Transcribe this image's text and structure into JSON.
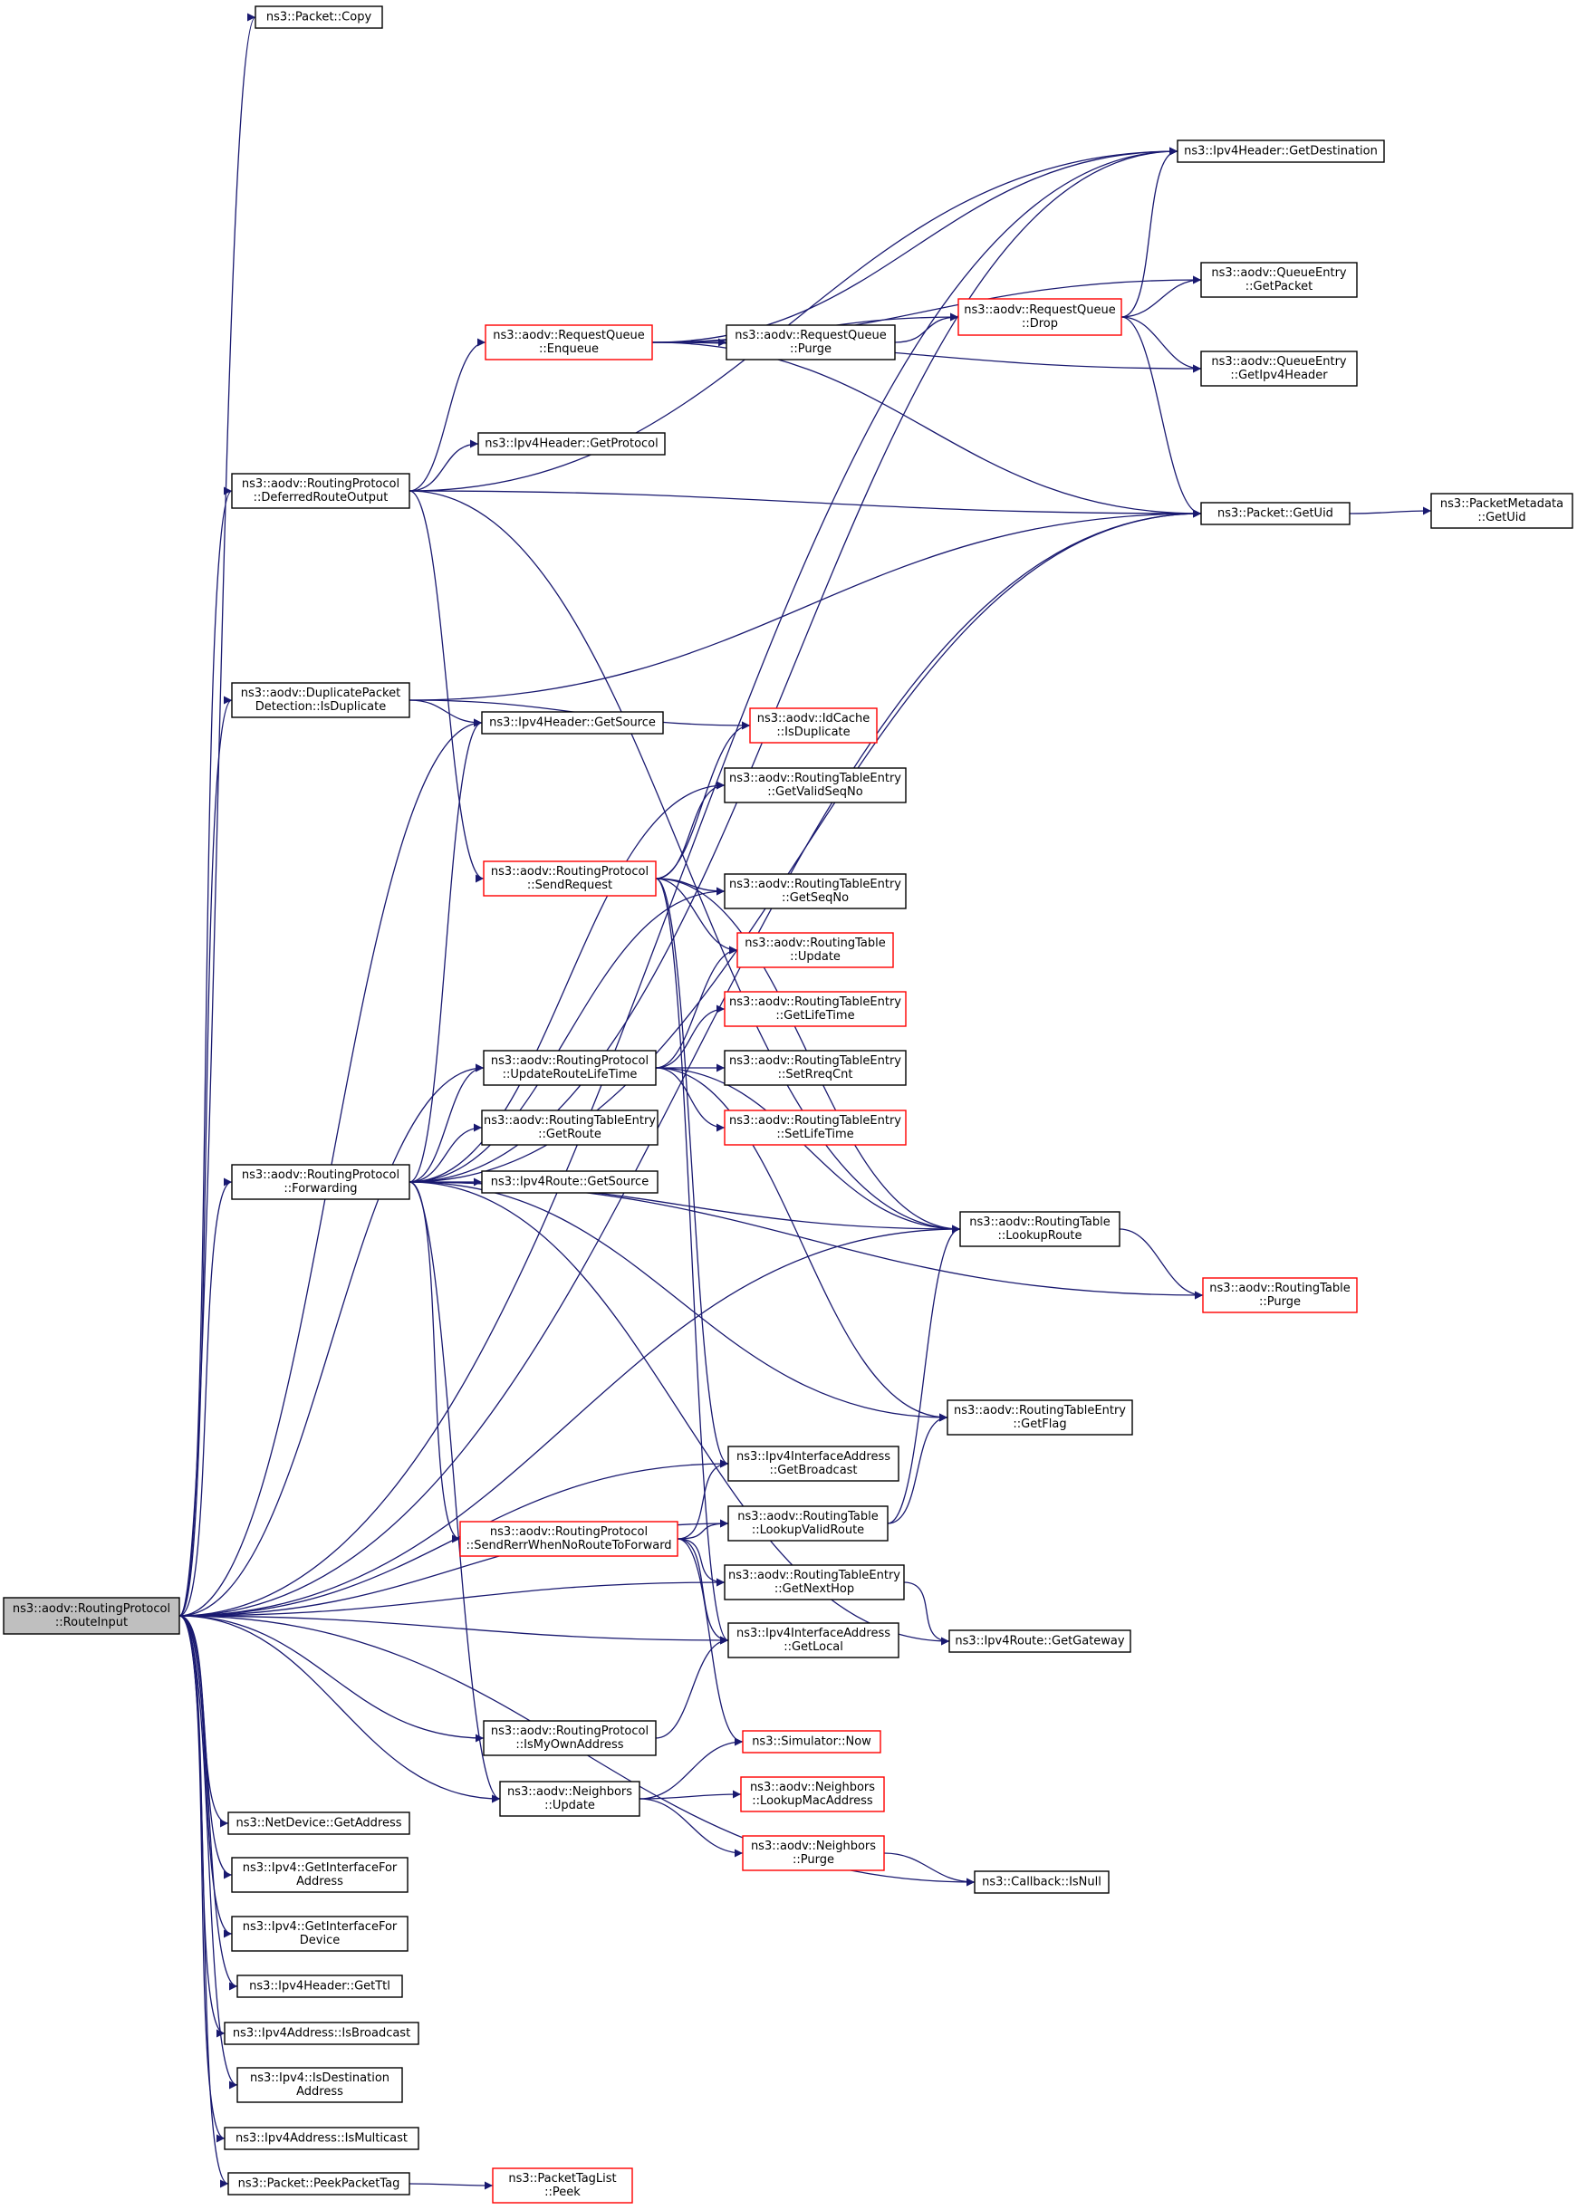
{
  "diagram": {
    "type": "call-graph",
    "colors": {
      "edge": "#191970",
      "node_border": "#000000",
      "node_border_truncated": "#ff0000",
      "node_fill": "#ffffff",
      "root_fill": "#bfbfbf",
      "text": "#000000"
    },
    "nodes": [
      {
        "id": "routeinput",
        "lines": [
          "ns3::aodv::RoutingProtocol",
          "::RouteInput"
        ],
        "root": true
      },
      {
        "id": "copy",
        "lines": [
          "ns3::Packet::Copy"
        ]
      },
      {
        "id": "getdest",
        "lines": [
          "ns3::Ipv4Header::GetDestination"
        ]
      },
      {
        "id": "qe_getpacket",
        "lines": [
          "ns3::aodv::QueueEntry",
          "::GetPacket"
        ]
      },
      {
        "id": "rq_drop",
        "lines": [
          "ns3::aodv::RequestQueue",
          "::Drop"
        ],
        "truncated": true
      },
      {
        "id": "rq_enqueue",
        "lines": [
          "ns3::aodv::RequestQueue",
          "::Enqueue"
        ],
        "truncated": true
      },
      {
        "id": "rq_purge",
        "lines": [
          "ns3::aodv::RequestQueue",
          "::Purge"
        ]
      },
      {
        "id": "qe_getipv4header",
        "lines": [
          "ns3::aodv::QueueEntry",
          "::GetIpv4Header"
        ]
      },
      {
        "id": "getprotocol",
        "lines": [
          "ns3::Ipv4Header::GetProtocol"
        ]
      },
      {
        "id": "deferred",
        "lines": [
          "ns3::aodv::RoutingProtocol",
          "::DeferredRouteOutput"
        ]
      },
      {
        "id": "getuid",
        "lines": [
          "ns3::Packet::GetUid"
        ]
      },
      {
        "id": "pm_getuid",
        "lines": [
          "ns3::PacketMetadata",
          "::GetUid"
        ]
      },
      {
        "id": "dpd_isdup",
        "lines": [
          "ns3::aodv::DuplicatePacket",
          "Detection::IsDuplicate"
        ]
      },
      {
        "id": "getsource",
        "lines": [
          "ns3::Ipv4Header::GetSource"
        ]
      },
      {
        "id": "idcache_isdup",
        "lines": [
          "ns3::aodv::IdCache",
          "::IsDuplicate"
        ],
        "truncated": true
      },
      {
        "id": "rte_getvalidseqno",
        "lines": [
          "ns3::aodv::RoutingTableEntry",
          "::GetValidSeqNo"
        ]
      },
      {
        "id": "sendrequest",
        "lines": [
          "ns3::aodv::RoutingProtocol",
          "::SendRequest"
        ],
        "truncated": true
      },
      {
        "id": "rte_getseqno",
        "lines": [
          "ns3::aodv::RoutingTableEntry",
          "::GetSeqNo"
        ]
      },
      {
        "id": "rt_update",
        "lines": [
          "ns3::aodv::RoutingTable",
          "::Update"
        ],
        "truncated": true
      },
      {
        "id": "rte_getlifetime",
        "lines": [
          "ns3::aodv::RoutingTableEntry",
          "::GetLifeTime"
        ],
        "truncated": true
      },
      {
        "id": "updateroutelifetime",
        "lines": [
          "ns3::aodv::RoutingProtocol",
          "::UpdateRouteLifeTime"
        ]
      },
      {
        "id": "rte_setrreqcnt",
        "lines": [
          "ns3::aodv::RoutingTableEntry",
          "::SetRreqCnt"
        ]
      },
      {
        "id": "rte_setlifetime",
        "lines": [
          "ns3::aodv::RoutingTableEntry",
          "::SetLifeTime"
        ],
        "truncated": true
      },
      {
        "id": "rte_getroute",
        "lines": [
          "ns3::aodv::RoutingTableEntry",
          "::GetRoute"
        ]
      },
      {
        "id": "forwarding",
        "lines": [
          "ns3::aodv::RoutingProtocol",
          "::Forwarding"
        ]
      },
      {
        "id": "ipv4route_getsource",
        "lines": [
          "ns3::Ipv4Route::GetSource"
        ]
      },
      {
        "id": "rt_lookuproute",
        "lines": [
          "ns3::aodv::RoutingTable",
          "::LookupRoute"
        ]
      },
      {
        "id": "rt_purge",
        "lines": [
          "ns3::aodv::RoutingTable",
          "::Purge"
        ],
        "truncated": true
      },
      {
        "id": "rte_getflag",
        "lines": [
          "ns3::aodv::RoutingTableEntry",
          "::GetFlag"
        ]
      },
      {
        "id": "iia_getbroadcast",
        "lines": [
          "ns3::Ipv4InterfaceAddress",
          "::GetBroadcast"
        ]
      },
      {
        "id": "senderr",
        "lines": [
          "ns3::aodv::RoutingProtocol",
          "::SendRerrWhenNoRouteToForward"
        ],
        "truncated": true
      },
      {
        "id": "rt_lookupvalidroute",
        "lines": [
          "ns3::aodv::RoutingTable",
          "::LookupValidRoute"
        ]
      },
      {
        "id": "rte_getnexthop",
        "lines": [
          "ns3::aodv::RoutingTableEntry",
          "::GetNextHop"
        ]
      },
      {
        "id": "iia_getlocal",
        "lines": [
          "ns3::Ipv4InterfaceAddress",
          "::GetLocal"
        ]
      },
      {
        "id": "ipv4route_getgateway",
        "lines": [
          "ns3::Ipv4Route::GetGateway"
        ]
      },
      {
        "id": "simulator_now",
        "lines": [
          "ns3::Simulator::Now"
        ],
        "truncated": true
      },
      {
        "id": "ismyownaddress",
        "lines": [
          "ns3::aodv::RoutingProtocol",
          "::IsMyOwnAddress"
        ]
      },
      {
        "id": "nb_lookupmac",
        "lines": [
          "ns3::aodv::Neighbors",
          "::LookupMacAddress"
        ],
        "truncated": true
      },
      {
        "id": "nb_update",
        "lines": [
          "ns3::aodv::Neighbors",
          "::Update"
        ]
      },
      {
        "id": "nb_purge",
        "lines": [
          "ns3::aodv::Neighbors",
          "::Purge"
        ],
        "truncated": true
      },
      {
        "id": "callback_isnull",
        "lines": [
          "ns3::Callback::IsNull"
        ]
      },
      {
        "id": "netdevice_getaddress",
        "lines": [
          "ns3::NetDevice::GetAddress"
        ]
      },
      {
        "id": "ipv4_getifaddr",
        "lines": [
          "ns3::Ipv4::GetInterfaceFor",
          "Address"
        ]
      },
      {
        "id": "ipv4_getifdev",
        "lines": [
          "ns3::Ipv4::GetInterfaceFor",
          "Device"
        ]
      },
      {
        "id": "getttl",
        "lines": [
          "ns3::Ipv4Header::GetTtl"
        ]
      },
      {
        "id": "isbroadcast",
        "lines": [
          "ns3::Ipv4Address::IsBroadcast"
        ]
      },
      {
        "id": "isdestination",
        "lines": [
          "ns3::Ipv4::IsDestination",
          "Address"
        ]
      },
      {
        "id": "ismulticast",
        "lines": [
          "ns3::Ipv4Address::IsMulticast"
        ]
      },
      {
        "id": "peekpackettag",
        "lines": [
          "ns3::Packet::PeekPacketTag"
        ]
      },
      {
        "id": "ptl_peek",
        "lines": [
          "ns3::PacketTagList",
          "::Peek"
        ],
        "truncated": true
      }
    ],
    "edges": [
      [
        "routeinput",
        "copy"
      ],
      [
        "routeinput",
        "getdest"
      ],
      [
        "routeinput",
        "deferred"
      ],
      [
        "routeinput",
        "getuid"
      ],
      [
        "routeinput",
        "dpd_isdup"
      ],
      [
        "routeinput",
        "getsource"
      ],
      [
        "routeinput",
        "updateroutelifetime"
      ],
      [
        "routeinput",
        "forwarding"
      ],
      [
        "routeinput",
        "rt_lookuproute"
      ],
      [
        "routeinput",
        "iia_getbroadcast"
      ],
      [
        "routeinput",
        "rt_lookupvalidroute"
      ],
      [
        "routeinput",
        "rte_getnexthop"
      ],
      [
        "routeinput",
        "iia_getlocal"
      ],
      [
        "routeinput",
        "ismyownaddress"
      ],
      [
        "routeinput",
        "nb_update"
      ],
      [
        "routeinput",
        "callback_isnull"
      ],
      [
        "routeinput",
        "netdevice_getaddress"
      ],
      [
        "routeinput",
        "ipv4_getifaddr"
      ],
      [
        "routeinput",
        "ipv4_getifdev"
      ],
      [
        "routeinput",
        "getttl"
      ],
      [
        "routeinput",
        "isbroadcast"
      ],
      [
        "routeinput",
        "isdestination"
      ],
      [
        "routeinput",
        "ismulticast"
      ],
      [
        "routeinput",
        "peekpackettag"
      ],
      [
        "deferred",
        "getdest"
      ],
      [
        "deferred",
        "rq_enqueue"
      ],
      [
        "deferred",
        "getprotocol"
      ],
      [
        "deferred",
        "getuid"
      ],
      [
        "deferred",
        "rt_lookuproute"
      ],
      [
        "deferred",
        "sendrequest"
      ],
      [
        "rq_enqueue",
        "getdest"
      ],
      [
        "rq_enqueue",
        "qe_getpacket"
      ],
      [
        "rq_enqueue",
        "rq_drop"
      ],
      [
        "rq_enqueue",
        "rq_purge"
      ],
      [
        "rq_enqueue",
        "qe_getipv4header"
      ],
      [
        "rq_enqueue",
        "getuid"
      ],
      [
        "rq_purge",
        "rq_drop"
      ],
      [
        "rq_drop",
        "getdest"
      ],
      [
        "rq_drop",
        "qe_getpacket"
      ],
      [
        "rq_drop",
        "qe_getipv4header"
      ],
      [
        "rq_drop",
        "getuid"
      ],
      [
        "getuid",
        "pm_getuid"
      ],
      [
        "dpd_isdup",
        "getuid"
      ],
      [
        "dpd_isdup",
        "getsource"
      ],
      [
        "dpd_isdup",
        "idcache_isdup"
      ],
      [
        "sendrequest",
        "idcache_isdup"
      ],
      [
        "sendrequest",
        "rte_getvalidseqno"
      ],
      [
        "sendrequest",
        "rte_getseqno"
      ],
      [
        "sendrequest",
        "rt_update"
      ],
      [
        "sendrequest",
        "rt_lookuproute"
      ],
      [
        "sendrequest",
        "iia_getbroadcast"
      ],
      [
        "sendrequest",
        "iia_getlocal"
      ],
      [
        "updateroutelifetime",
        "rt_update"
      ],
      [
        "updateroutelifetime",
        "rte_getlifetime"
      ],
      [
        "updateroutelifetime",
        "rte_setrreqcnt"
      ],
      [
        "updateroutelifetime",
        "rte_setlifetime"
      ],
      [
        "updateroutelifetime",
        "rt_lookuproute"
      ],
      [
        "updateroutelifetime",
        "rte_getflag"
      ],
      [
        "forwarding",
        "getdest"
      ],
      [
        "forwarding",
        "getuid"
      ],
      [
        "forwarding",
        "getsource"
      ],
      [
        "forwarding",
        "rte_getvalidseqno"
      ],
      [
        "forwarding",
        "rte_getseqno"
      ],
      [
        "forwarding",
        "updateroutelifetime"
      ],
      [
        "forwarding",
        "rte_getroute"
      ],
      [
        "forwarding",
        "ipv4route_getsource"
      ],
      [
        "forwarding",
        "rt_lookuproute"
      ],
      [
        "forwarding",
        "rt_purge"
      ],
      [
        "forwarding",
        "rte_getflag"
      ],
      [
        "forwarding",
        "senderr"
      ],
      [
        "forwarding",
        "ipv4route_getgateway"
      ],
      [
        "forwarding",
        "nb_update"
      ],
      [
        "rt_lookuproute",
        "rt_purge"
      ],
      [
        "rt_lookupvalidroute",
        "rt_lookuproute"
      ],
      [
        "rt_lookupvalidroute",
        "rte_getflag"
      ],
      [
        "senderr",
        "iia_getbroadcast"
      ],
      [
        "senderr",
        "rt_lookupvalidroute"
      ],
      [
        "senderr",
        "rte_getnexthop"
      ],
      [
        "senderr",
        "iia_getlocal"
      ],
      [
        "senderr",
        "simulator_now"
      ],
      [
        "rte_getnexthop",
        "ipv4route_getgateway"
      ],
      [
        "ismyownaddress",
        "iia_getlocal"
      ],
      [
        "nb_update",
        "simulator_now"
      ],
      [
        "nb_update",
        "nb_lookupmac"
      ],
      [
        "nb_update",
        "nb_purge"
      ],
      [
        "nb_purge",
        "callback_isnull"
      ],
      [
        "peekpackettag",
        "ptl_peek"
      ]
    ]
  }
}
